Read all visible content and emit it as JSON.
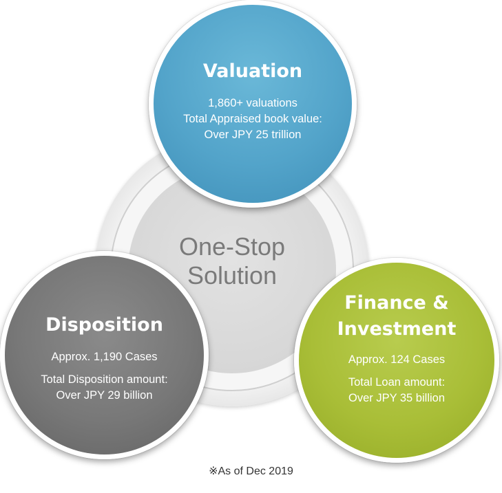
{
  "center": {
    "line1": "One-Stop",
    "line2": "Solution"
  },
  "valuation": {
    "title": "Valuation",
    "line1": "1,860+ valuations",
    "line2": "Total Appraised book value:",
    "line3": "Over JPY 25 trillion",
    "color": "#53a4ca"
  },
  "disposition": {
    "title": "Disposition",
    "line1": "Approx. 1,190 Cases",
    "line2": "Total Disposition amount:",
    "line3": "Over JPY 29 billion",
    "color": "#787878"
  },
  "finance": {
    "title_line1": "Finance &",
    "title_line2": "Investment",
    "line1": "Approx. 124 Cases",
    "line2": "Total Loan amount:",
    "line3": "Over JPY 35 billion",
    "color": "#a9be37"
  },
  "footnote": "※As of Dec 2019"
}
